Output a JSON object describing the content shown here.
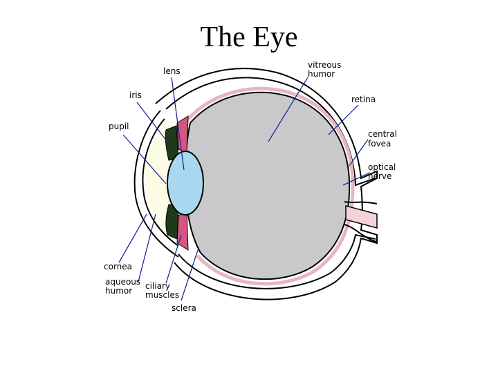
{
  "title": "The Eye",
  "labels": {
    "lens": "lens",
    "iris": "iris",
    "pupil": "pupil",
    "vitreous_1": "vitreous",
    "vitreous_2": "humor",
    "retina": "retina",
    "fovea_1": "central",
    "fovea_2": "fovea",
    "nerve_1": "optical",
    "nerve_2": "nerve",
    "cornea": "cornea",
    "aqueous_1": "aqueous",
    "aqueous_2": "humor",
    "ciliary_1": "ciliary",
    "ciliary_2": "muscles",
    "sclera": "sclera"
  },
  "colors": {
    "vitreous": "#c9c9cb",
    "lens": "#a8d8f0",
    "aqueous": "#fdfde6",
    "iris": "#1f3a18",
    "ciliary": "#d4577f",
    "retina": "#e8b6c0",
    "nerve": "#f4d2da",
    "pointer": "#1a2a9a"
  }
}
